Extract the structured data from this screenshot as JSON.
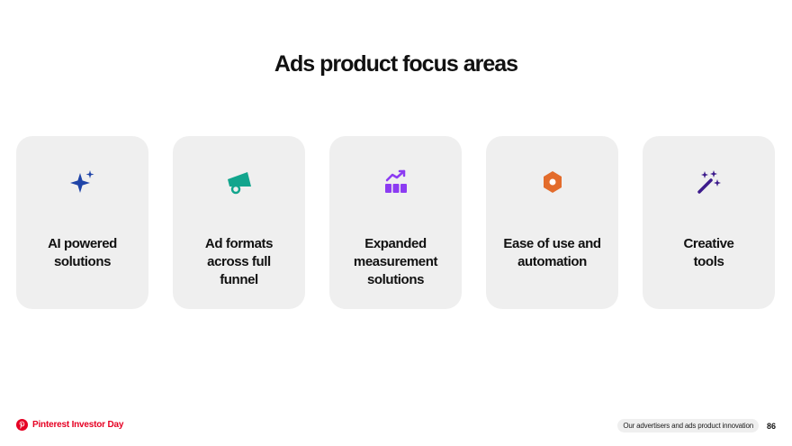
{
  "slide": {
    "title": "Ads product focus areas"
  },
  "cards": [
    {
      "label": "AI powered\nsolutions",
      "icon": "sparkle-icon",
      "color": "#1f44a8"
    },
    {
      "label": "Ad formats\nacross full\nfunnel",
      "icon": "megaphone-icon",
      "color": "#12a58d"
    },
    {
      "label": "Expanded\nmeasurement\nsolutions",
      "icon": "bar-chart-trend-icon",
      "color": "#8c3bf2"
    },
    {
      "label": "Ease of use and\nautomation",
      "icon": "hex-nut-icon",
      "color": "#e36c2c"
    },
    {
      "label": "Creative\ntools",
      "icon": "magic-wand-icon",
      "color": "#3d1b8c"
    }
  ],
  "footer": {
    "brand": "Pinterest Investor Day",
    "brand_color": "#e60023",
    "section": "Our advertisers and ads product innovation",
    "page_number": "86"
  }
}
